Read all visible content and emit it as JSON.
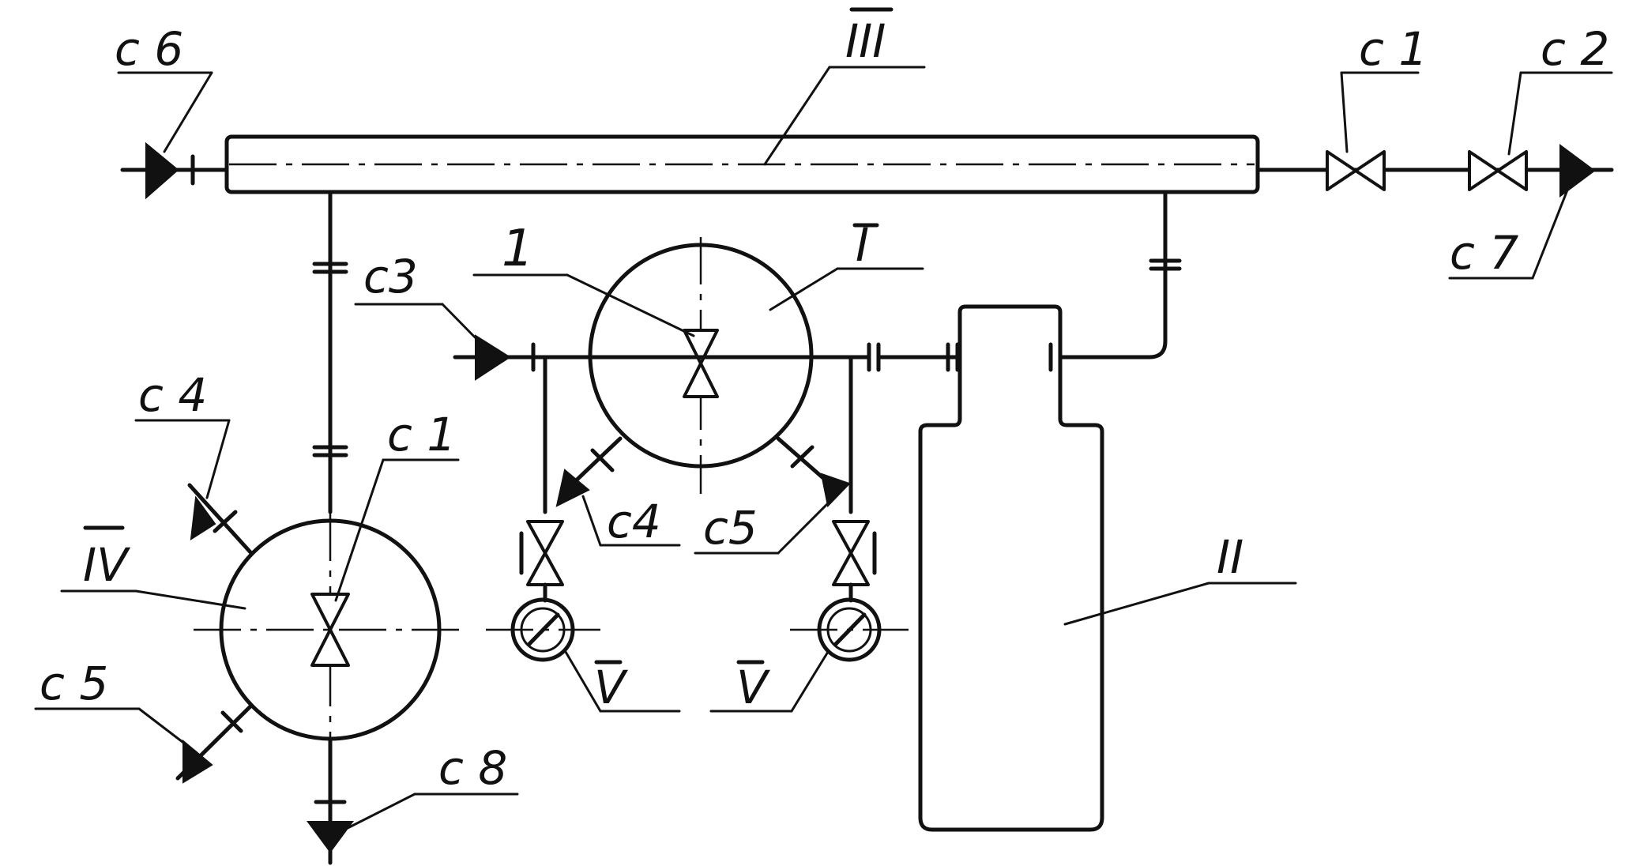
{
  "labels": {
    "c6": "с 6",
    "III": "III",
    "c1_top": "с 1",
    "c2": "с 2",
    "c7": "с 7",
    "c3": "с3",
    "one": "1",
    "I": "I",
    "c4_left": "с 4",
    "c1_left": "с 1",
    "IV": "IV",
    "c5_left": "с 5",
    "c8": "с 8",
    "c4_mid": "с4",
    "c5_mid": "с5",
    "II": "II",
    "V_left": "V",
    "V_right": "V"
  }
}
